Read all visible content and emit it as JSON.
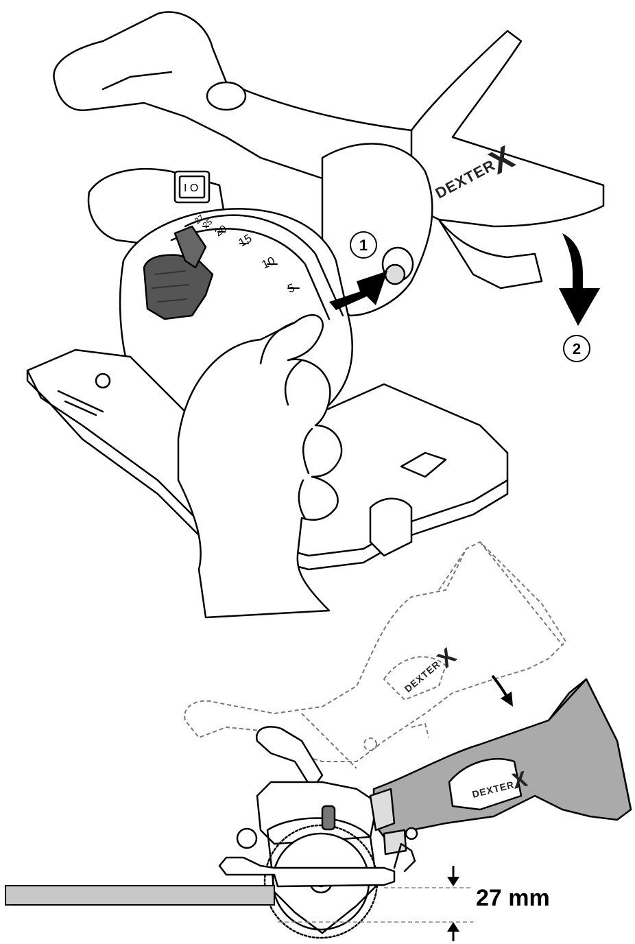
{
  "diagram": {
    "brand": "DEXTER",
    "brand_mark": "X",
    "switch_label": "I O",
    "bevel_scale": [
      "5",
      "10",
      "15",
      "20",
      "25",
      "27"
    ],
    "step_labels": [
      "1",
      "2"
    ],
    "depth_label": "27 mm",
    "colors": {
      "line": "#000000",
      "knob": "#555555",
      "handle_grey": "#8a8a8a",
      "board": "#c8c8c8",
      "dashed": "#777777"
    }
  }
}
